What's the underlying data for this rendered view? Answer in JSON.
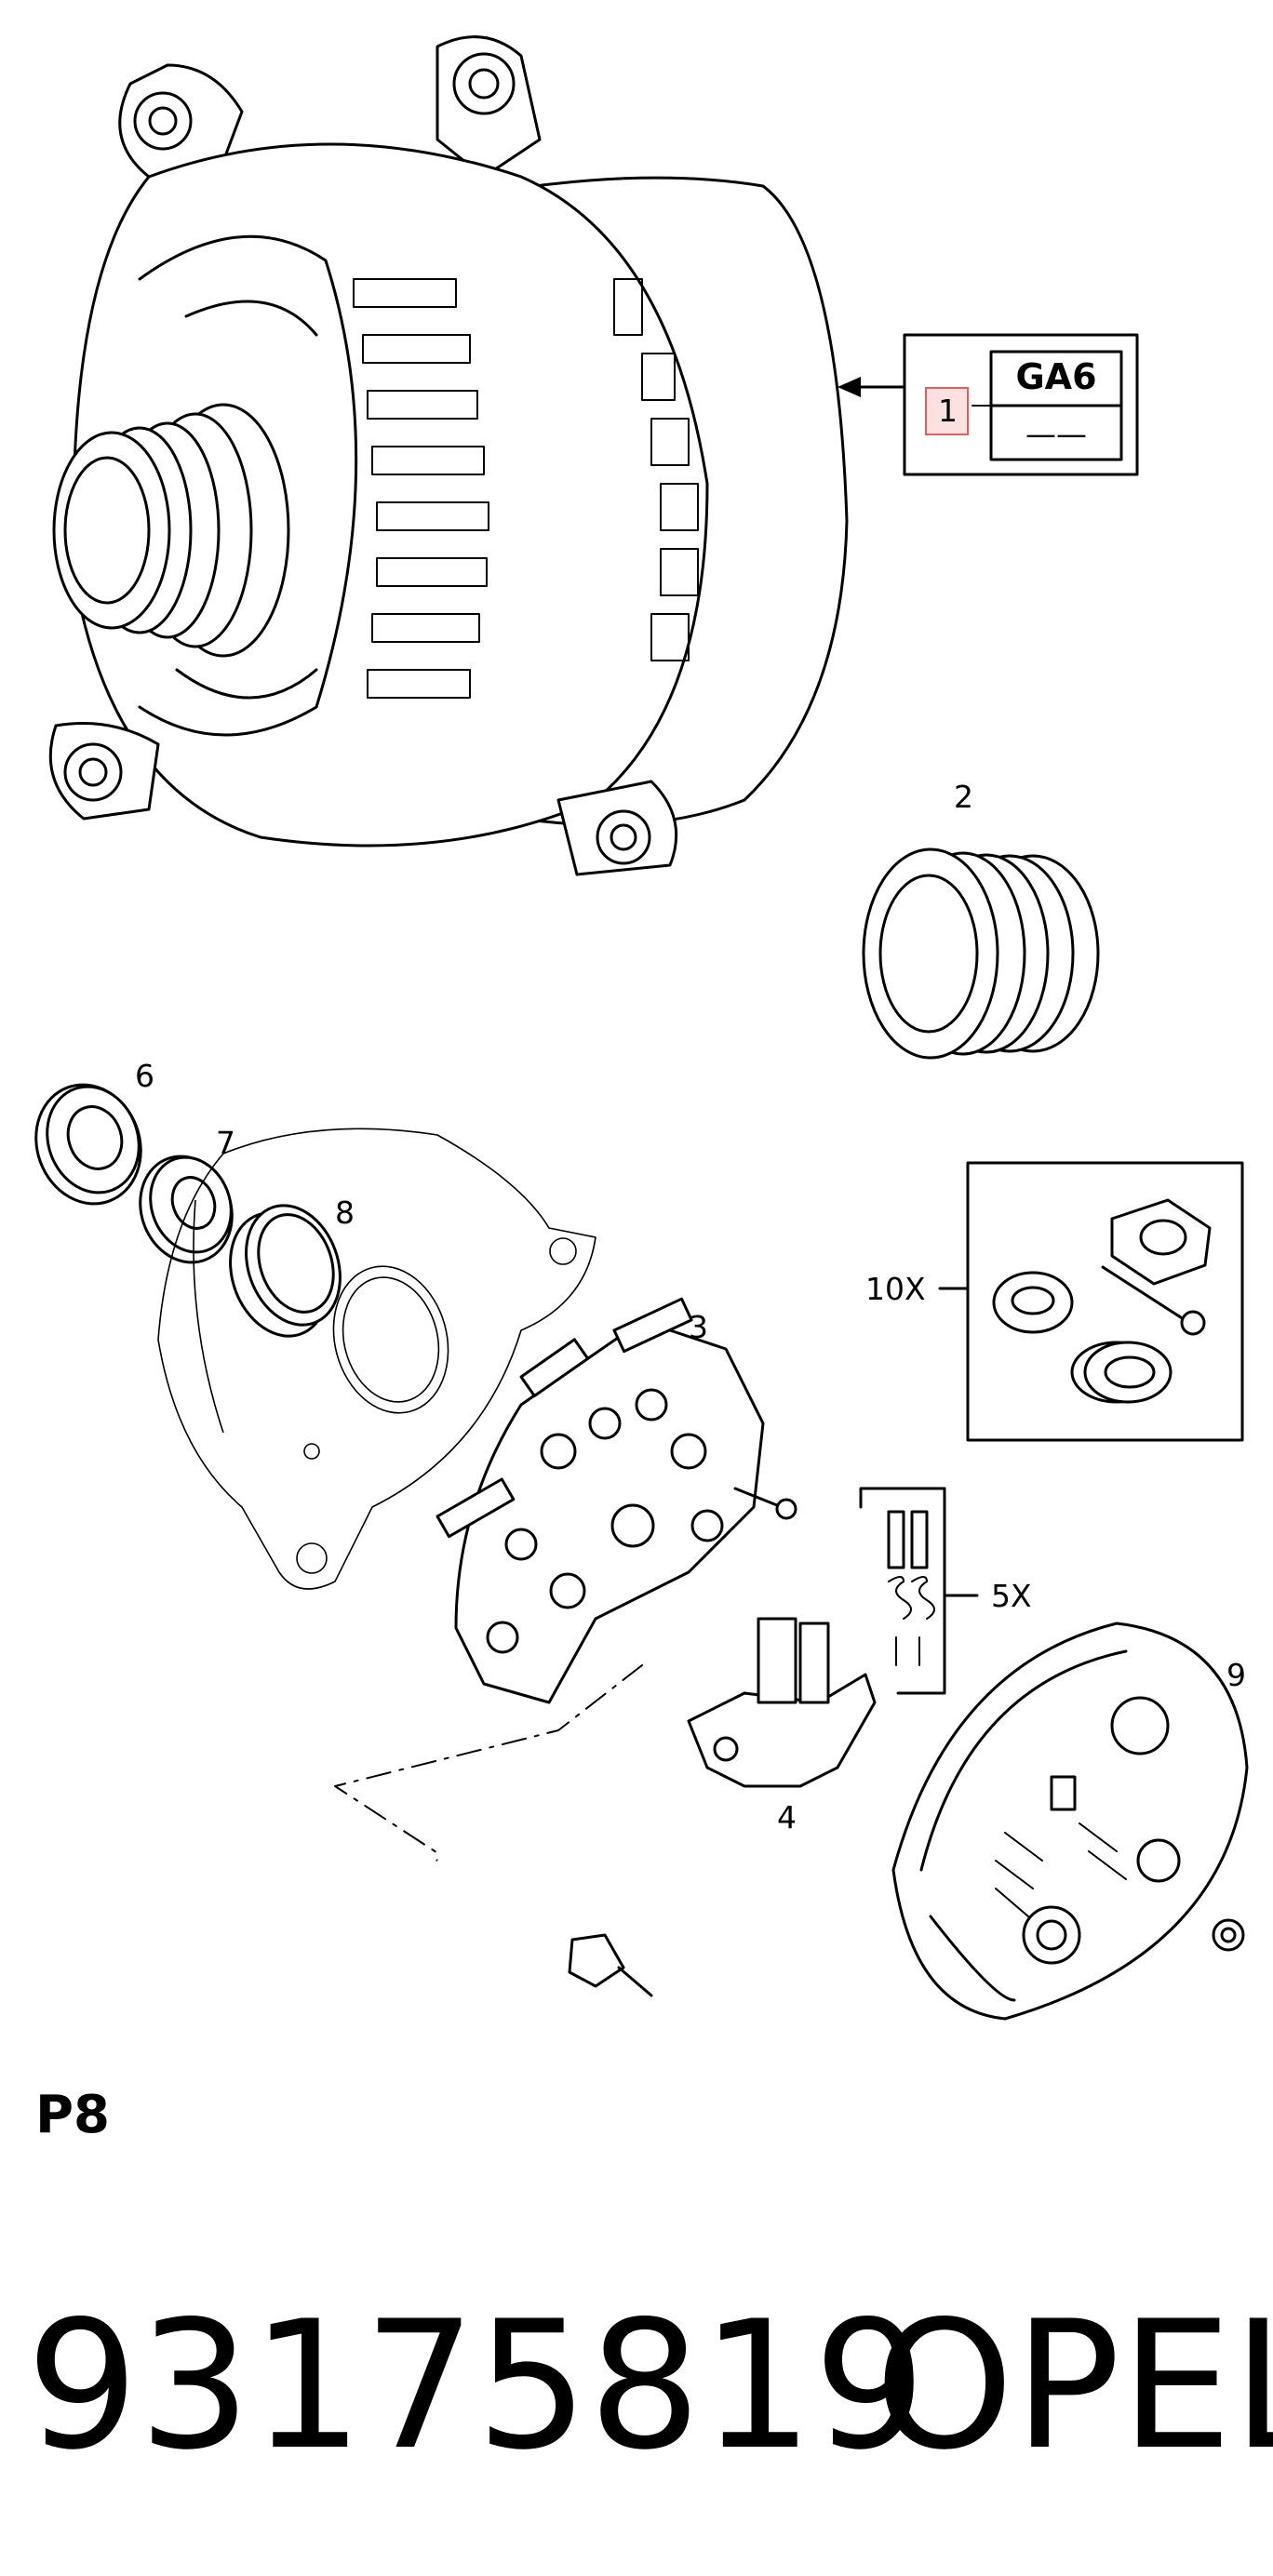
{
  "callouts": {
    "c1": "1",
    "c2": "2",
    "c3": "3",
    "c4": "4",
    "c5": "5X",
    "c6": "6",
    "c7": "7",
    "c8": "8",
    "c9": "9",
    "c10": "10X"
  },
  "spec_box": {
    "code": "GA6",
    "value": "——"
  },
  "page_ref": "P8",
  "part_number": "93175819",
  "brand": "OPEL",
  "colors": {
    "line": "#000000",
    "highlight_border": "#e06060",
    "highlight_fill": "#fde0e0"
  }
}
